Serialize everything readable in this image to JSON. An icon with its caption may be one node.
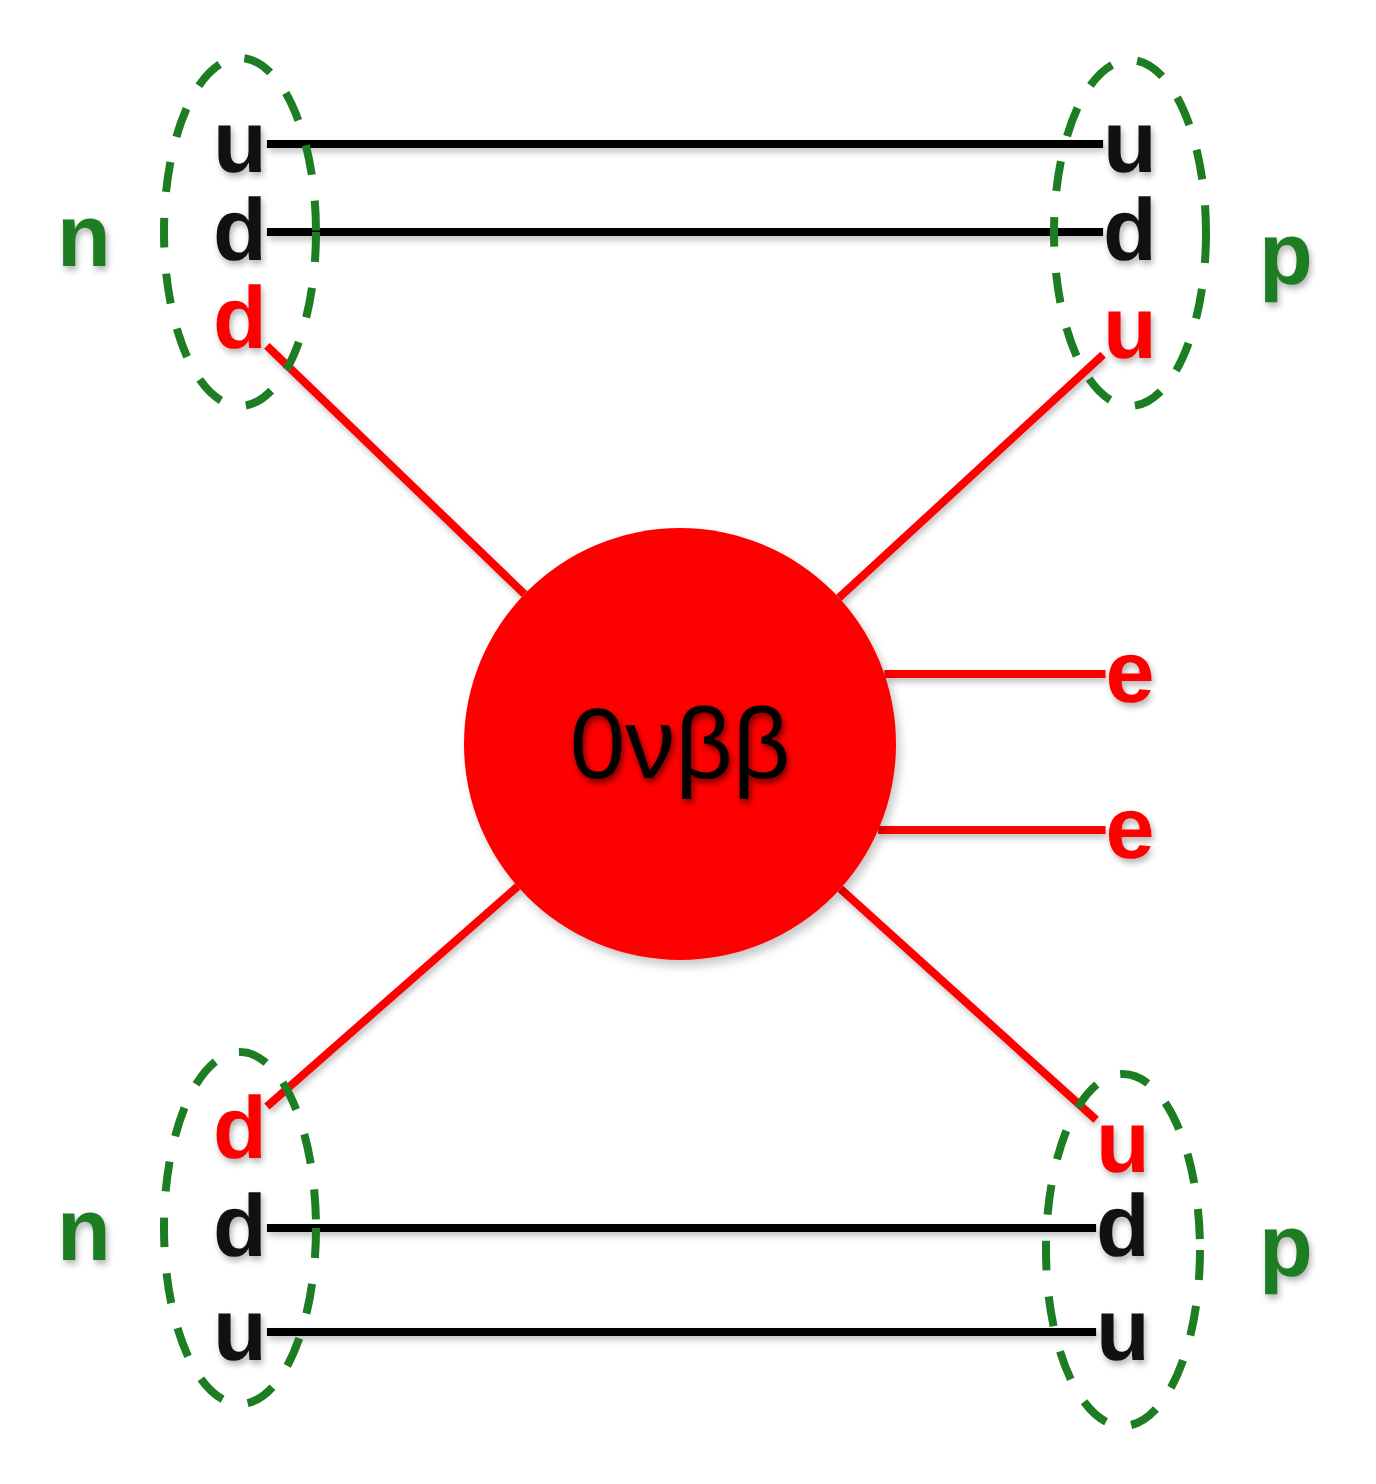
{
  "diagram": {
    "nodes": [
      {
        "text": [],
        "shape": "ellipse",
        "beside": [
          "n"
        ]
      },
      {
        "text": [
          "u"
        ],
        "in": 0
      },
      {
        "text": [
          "d"
        ],
        "in": 0
      },
      {
        "text": [
          "d"
        ],
        "in": 0
      },
      {
        "text": [],
        "shape": "ellipse",
        "beside": [
          "p"
        ]
      },
      {
        "text": [
          "u"
        ],
        "in": 4
      },
      {
        "text": [
          "d"
        ],
        "in": 4
      },
      {
        "text": [
          "u"
        ],
        "in": 4
      },
      {
        "text": [
          "0νββ"
        ]
      },
      {
        "text": [
          "e"
        ]
      },
      {
        "text": [
          "e"
        ]
      },
      {
        "text": [],
        "shape": "ellipse",
        "beside": [
          "n"
        ]
      },
      {
        "text": [
          "d"
        ],
        "in": 11
      },
      {
        "text": [
          "d"
        ],
        "in": 11
      },
      {
        "text": [
          "u"
        ],
        "in": 11
      },
      {
        "text": [],
        "shape": "ellipse",
        "beside": [
          "p"
        ]
      },
      {
        "text": [
          "u"
        ],
        "in": 15
      },
      {
        "text": [
          "d"
        ],
        "in": 15
      },
      {
        "text": [
          "u"
        ],
        "in": 15
      }
    ],
    "edges": [
      {
        "from": 1,
        "to": 5,
        "arrow": "none",
        "color": "#000000"
      },
      {
        "from": 2,
        "to": 6,
        "arrow": "none",
        "color": "#000000"
      },
      {
        "from": 3,
        "to": 8,
        "arrow": "none"
      },
      {
        "from": 8,
        "to": 7,
        "arrow": "none"
      },
      {
        "from": 8,
        "to": 9,
        "arrow": "none"
      },
      {
        "from": 8,
        "to": 10,
        "arrow": "none"
      },
      {
        "from": 12,
        "to": 8,
        "arrow": "none"
      },
      {
        "from": 8,
        "to": 16,
        "arrow": "none"
      },
      {
        "from": 13,
        "to": 17,
        "arrow": "none",
        "color": "#000000"
      },
      {
        "from": 14,
        "to": 18,
        "arrow": "none",
        "color": "#000000"
      }
    ]
  }
}
